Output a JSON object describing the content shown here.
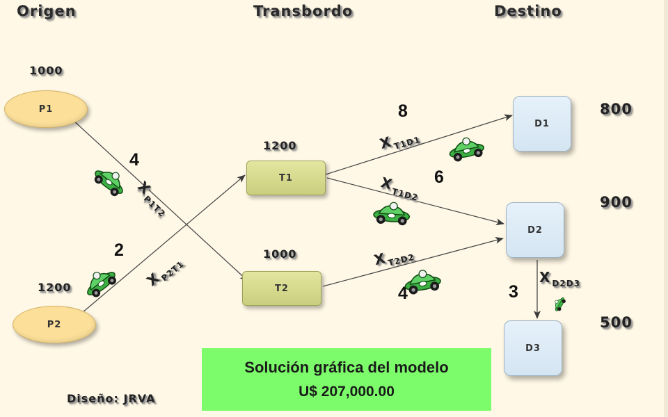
{
  "headers": {
    "origin": "Origen",
    "transship": "Transbordo",
    "destination": "Destino"
  },
  "nodes": {
    "P1": {
      "label": "P1",
      "supply": "1000"
    },
    "P2": {
      "label": "P2",
      "supply": "1200"
    },
    "T1": {
      "label": "T1",
      "flow": "1200"
    },
    "T2": {
      "label": "T2",
      "flow": "1000"
    },
    "D1": {
      "label": "D1",
      "demand": "800"
    },
    "D2": {
      "label": "D2",
      "demand": "900"
    },
    "D3": {
      "label": "D3",
      "demand": "500"
    }
  },
  "edges": {
    "P1T2": {
      "var": "X",
      "sub": "P1T2",
      "cost": "4"
    },
    "P2T1": {
      "var": "X",
      "sub": "P2T1",
      "cost": "2"
    },
    "T1D1": {
      "var": "X",
      "sub": "T1D1",
      "cost": "8"
    },
    "T1D2": {
      "var": "X",
      "sub": "T1D2",
      "cost": "6"
    },
    "T2D2": {
      "var": "X",
      "sub": "T2D2",
      "cost": "4"
    },
    "D2D3": {
      "var": "X",
      "sub": "D2D3",
      "cost": "3"
    }
  },
  "solution": {
    "title": "Solución gráfica del modelo",
    "value": "U$ 207,000.00",
    "bg_color": "#7CFC6A"
  },
  "credit": "Diseño: JRVA",
  "colors": {
    "origin_fill": "#FCE09A",
    "transship_fill": "#D8DC8F",
    "dest_fill": "#DCEBF6",
    "car": "#3CB043"
  },
  "icons": [
    "race-car-icon"
  ]
}
